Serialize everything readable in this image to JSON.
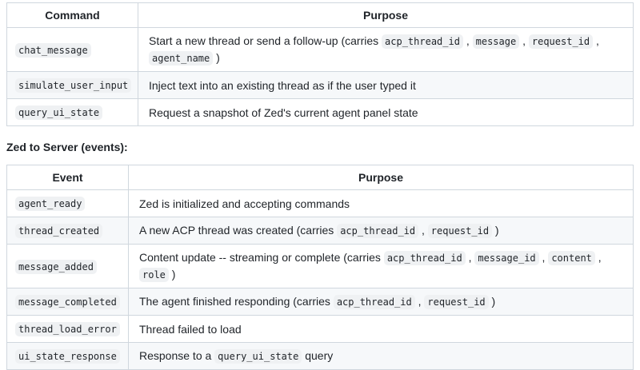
{
  "colors": {
    "page_bg": "#ffffff",
    "text": "#1f2328",
    "table_border": "#d0d7de",
    "row_alt_bg": "#f6f8fa",
    "inline_code_bg": "#eff1f3"
  },
  "section_heading": "Zed to Server (events):",
  "tables": [
    {
      "name": "commands-table",
      "headers": [
        "Command",
        "Purpose"
      ],
      "rows": [
        {
          "key": "chat_message",
          "purpose": [
            {
              "t": "Start a new thread or send a follow-up (carries "
            },
            {
              "c": "acp_thread_id"
            },
            {
              "t": " , "
            },
            {
              "c": "message"
            },
            {
              "t": " , "
            },
            {
              "c": "request_id"
            },
            {
              "t": " , "
            },
            {
              "c": "agent_name"
            },
            {
              "t": " )"
            }
          ]
        },
        {
          "key": "simulate_user_input",
          "purpose": [
            {
              "t": "Inject text into an existing thread as if the user typed it"
            }
          ]
        },
        {
          "key": "query_ui_state",
          "purpose": [
            {
              "t": "Request a snapshot of Zed's current agent panel state"
            }
          ]
        }
      ]
    },
    {
      "name": "events-table",
      "headers": [
        "Event",
        "Purpose"
      ],
      "rows": [
        {
          "key": "agent_ready",
          "purpose": [
            {
              "t": "Zed is initialized and accepting commands"
            }
          ]
        },
        {
          "key": "thread_created",
          "purpose": [
            {
              "t": "A new ACP thread was created (carries "
            },
            {
              "c": "acp_thread_id"
            },
            {
              "t": " , "
            },
            {
              "c": "request_id"
            },
            {
              "t": " )"
            }
          ]
        },
        {
          "key": "message_added",
          "purpose": [
            {
              "t": "Content update -- streaming or complete (carries "
            },
            {
              "c": "acp_thread_id"
            },
            {
              "t": " , "
            },
            {
              "c": "message_id"
            },
            {
              "t": " , "
            },
            {
              "c": "content"
            },
            {
              "t": " , "
            },
            {
              "c": "role"
            },
            {
              "t": " )"
            }
          ]
        },
        {
          "key": "message_completed",
          "purpose": [
            {
              "t": "The agent finished responding (carries "
            },
            {
              "c": "acp_thread_id"
            },
            {
              "t": " , "
            },
            {
              "c": "request_id"
            },
            {
              "t": " )"
            }
          ]
        },
        {
          "key": "thread_load_error",
          "purpose": [
            {
              "t": "Thread failed to load"
            }
          ]
        },
        {
          "key": "ui_state_response",
          "purpose": [
            {
              "t": "Response to a "
            },
            {
              "c": "query_ui_state"
            },
            {
              "t": " query"
            }
          ]
        }
      ]
    }
  ]
}
